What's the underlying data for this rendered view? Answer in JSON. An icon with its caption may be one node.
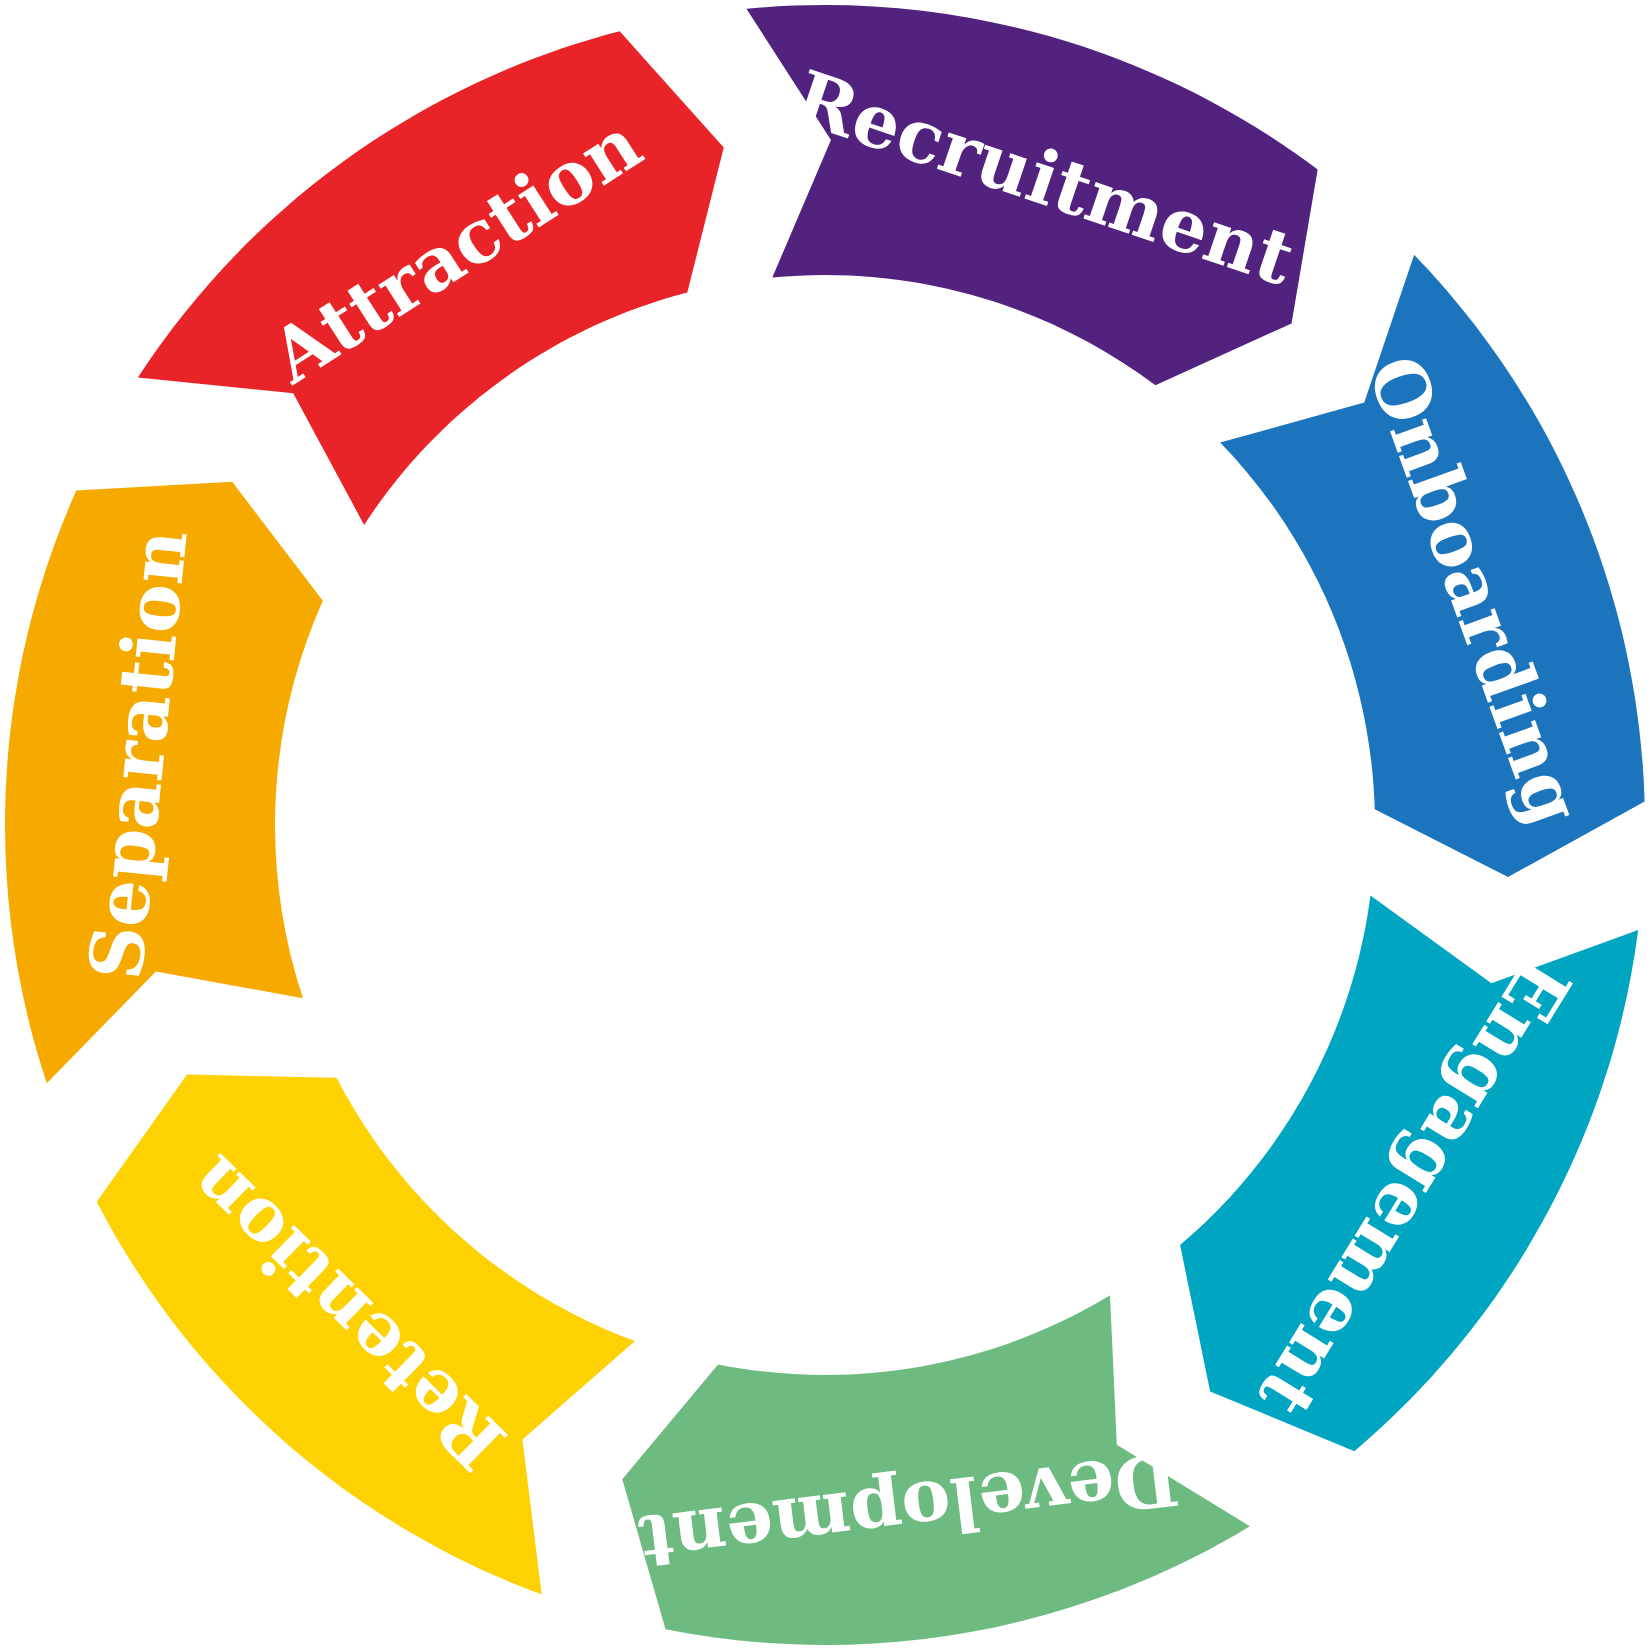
{
  "diagram": {
    "nodes": [
      {
        "text": [
          "Recruitment"
        ]
      },
      {
        "text": [
          "Onboarding"
        ]
      },
      {
        "text": [
          "Engagement"
        ]
      },
      {
        "text": [
          "Development"
        ]
      },
      {
        "text": [
          "Retention"
        ]
      },
      {
        "text": [
          "Separation"
        ]
      },
      {
        "text": [
          "Attraction"
        ]
      }
    ]
  }
}
